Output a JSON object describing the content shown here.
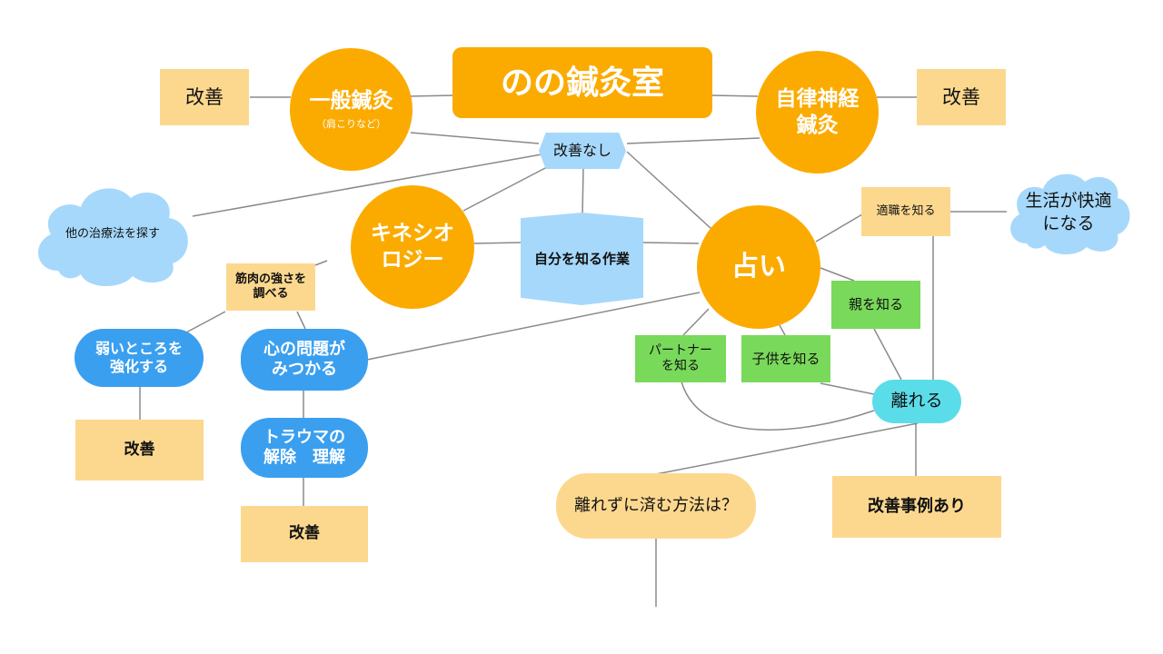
{
  "title": "のの鍼灸室",
  "nodes": {
    "general_acupuncture": "一般鍼灸",
    "general_acupuncture_sub": "（肩こりなど）",
    "autonomic_acupuncture": "自律神経\n鍼灸",
    "improve_left": "改善",
    "improve_right": "改善",
    "no_improvement": "改善なし",
    "other_therapy": "他の治療法を探す",
    "kinesiology": "キネシオ\nロジー",
    "self_knowledge": "自分を知る作業",
    "fortune": "占い",
    "job_know": "適職を知る",
    "life_comfortable": "生活が快適\nになる",
    "muscle_check": "筋肉の強さを\n調べる",
    "parents_know": "親を知る",
    "partner_know": "パートナー\nを知る",
    "child_know": "子供を知る",
    "separate": "離れる",
    "weak_strengthen": "弱いところを\n強化する",
    "mind_problem": "心の問題が\nみつかる",
    "improve_weak": "改善",
    "trauma": "トラウマの\n解除　理解",
    "improve_trauma": "改善",
    "without_separating": "離れずに済む方法は？",
    "improvement_cases": "改善事例あり"
  },
  "colors": {
    "orange": "#fbab00",
    "peach": "#fcd88f",
    "light_blue": "#a6d8fb",
    "blue": "#3b9fef",
    "green": "#79d95a",
    "cyan": "#5bdde9",
    "line": "#888888"
  }
}
